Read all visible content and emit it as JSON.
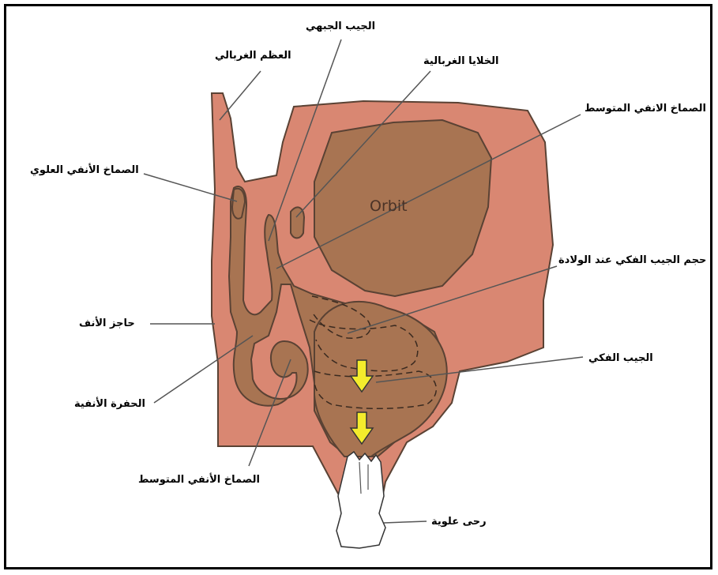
{
  "colors": {
    "tissue": "#d98772",
    "sinus": "#a87452",
    "outline": "#5a4234",
    "arrow": "#f4ec2c",
    "tooth": "#ffffff"
  },
  "labels": {
    "ethmoid_bone": "العظم الغربالي",
    "frontal_sinus": "الجيب الجبهي",
    "ethmoid_cells": "الخلايا الغربالية",
    "middle_meatus": "الصماخ الانفي المتوسط",
    "superior_meatus": "الصماخ الأنفي العلوي",
    "birth_maxillary_volume": "حجم الجيب الفكي عند الولادة",
    "nasal_septum": "حاجز الأنف",
    "maxillary_sinus": "الجيب الفكي",
    "nasal_cavity": "الحفرة الأنفية",
    "inferior_middle_meatus": "الصماخ الأنفي المتوسط",
    "upper_molar": "رحى علوية",
    "orbit": "Orbit"
  }
}
